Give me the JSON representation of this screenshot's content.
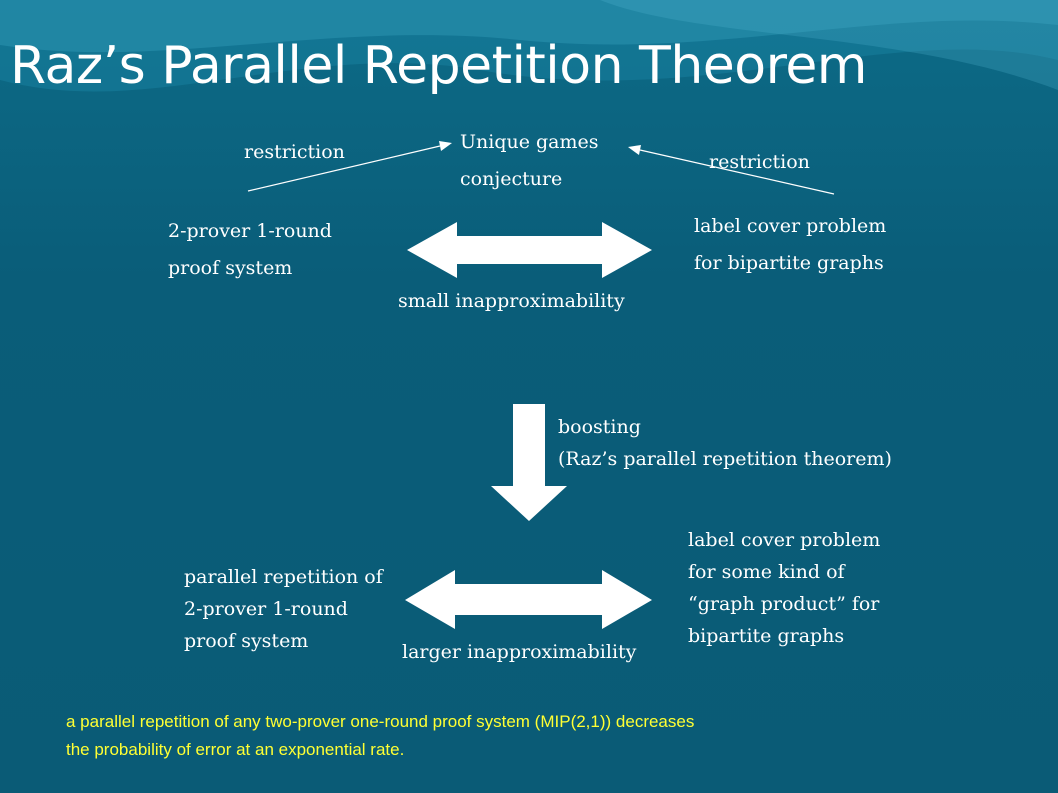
{
  "slide": {
    "title": "Raz’s Parallel Repetition Theorem",
    "colors": {
      "background": "#0a5b76",
      "text": "#ffffff",
      "caption": "#ffff33"
    }
  },
  "diagram": {
    "top": {
      "unique_games": [
        "Unique games",
        "conjecture"
      ],
      "restriction_left": "restriction",
      "restriction_right": "restriction",
      "proof_system": [
        "2-prover 1-round",
        "proof system"
      ],
      "label_cover": [
        "label cover problem",
        "for bipartite graphs"
      ],
      "arrow_label": "small inapproximability"
    },
    "boosting": [
      "boosting",
      "(Raz’s parallel repetition theorem)"
    ],
    "bottom": {
      "proof_system": [
        "parallel repetition of",
        "2-prover 1-round",
        "proof system"
      ],
      "label_cover": [
        "label cover problem",
        "for some kind of",
        "“graph product” for",
        "bipartite graphs"
      ],
      "arrow_label": "larger inapproximability"
    }
  },
  "caption": [
    "a parallel repetition of any two-prover one-round proof system (MIP(2,1)) decreases",
    "the probability of error at an exponential rate."
  ]
}
